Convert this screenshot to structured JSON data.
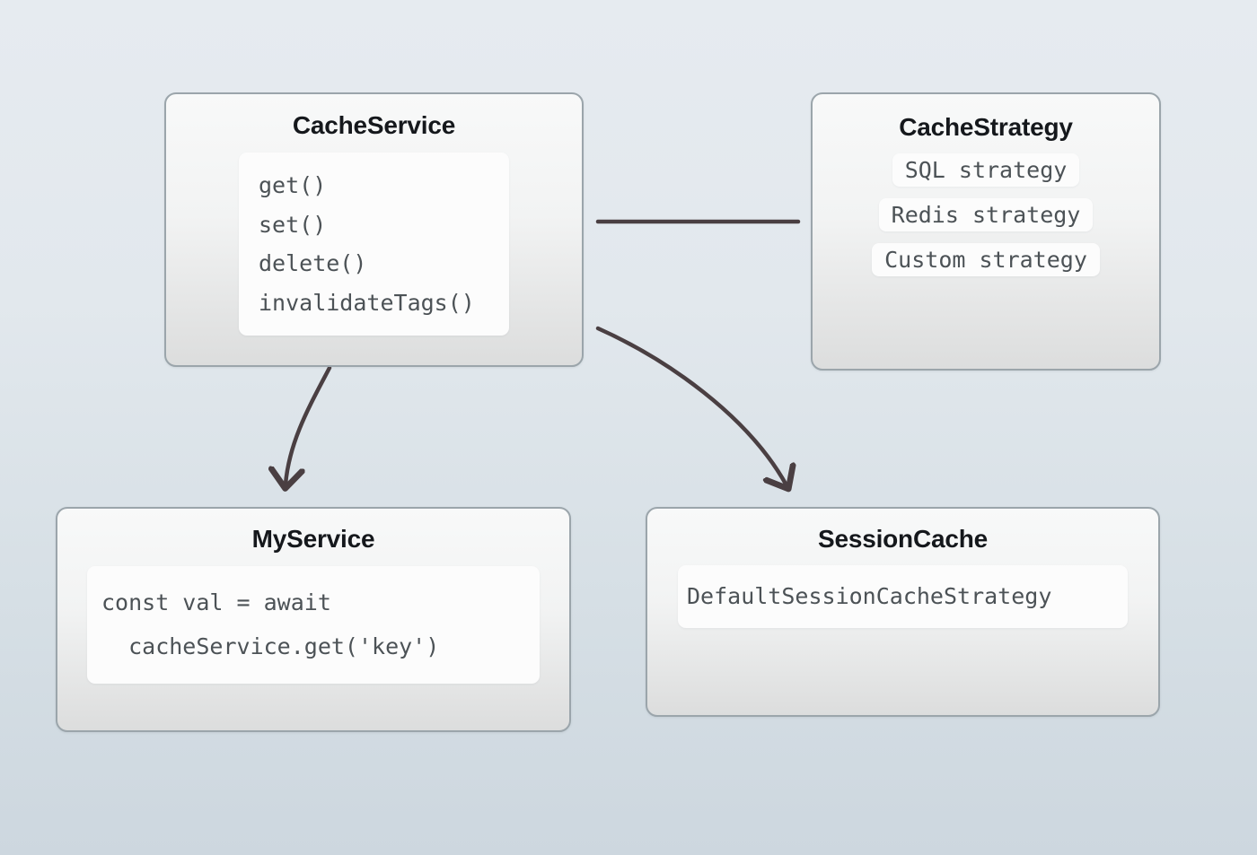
{
  "background": {
    "gradient_top": "#e6ebf0",
    "gradient_bottom": "#cdd7df"
  },
  "theme": {
    "node_border": "#9ba5ab",
    "node_fill_top": "#f8f9f9",
    "node_fill_bottom": "#dcdddd",
    "code_bg": "#fcfcfc",
    "code_text": "#4c5256",
    "title_text": "#15181c",
    "edge_color": "#4a3f42"
  },
  "diagram": {
    "type": "architecture-diagram",
    "nodes": [
      {
        "id": "cache-service",
        "title": "CacheService",
        "code_lines": [
          "get()",
          "set()",
          "delete()",
          "invalidateTags()"
        ]
      },
      {
        "id": "cache-strategy",
        "title": "CacheStrategy",
        "pills": [
          "SQL strategy",
          "Redis strategy",
          "Custom strategy"
        ]
      },
      {
        "id": "my-service",
        "title": "MyService",
        "code_lines": [
          "const val = await",
          "  cacheService.get('key')"
        ]
      },
      {
        "id": "session-cache",
        "title": "SessionCache",
        "code_lines": [
          "DefaultSessionCacheStrategy"
        ]
      }
    ],
    "edges": [
      {
        "id": "service-to-strategy",
        "from": "cache-service",
        "to": "cache-strategy",
        "style": "line",
        "arrow": false
      },
      {
        "id": "service-to-my-service",
        "from": "cache-service",
        "to": "my-service",
        "style": "curve",
        "arrow": true
      },
      {
        "id": "service-to-session-cache",
        "from": "cache-service",
        "to": "session-cache",
        "style": "curve",
        "arrow": true
      }
    ]
  }
}
